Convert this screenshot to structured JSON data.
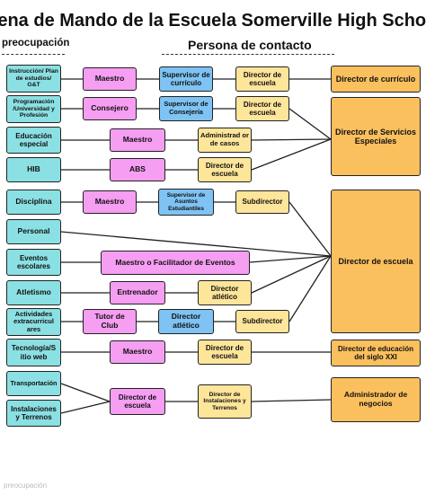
{
  "title": "adena de Mando de la Escuela Somerville High School",
  "headers": {
    "left": "preocupación",
    "right": "Persona de contacto"
  },
  "boxes": {
    "concern_curriculum": "Instrucción/ Plan de estudios/ G&T",
    "concern_programming": "Programación /Universidad y Profesión",
    "concern_special_ed": "Educación especial",
    "concern_hib": "HIB",
    "concern_discipline": "Disciplina",
    "concern_personnel": "Personal",
    "concern_events": "Eventos escolares",
    "concern_athletics": "Atletismo",
    "concern_activities": "Actividades extracurricul ares",
    "concern_technology": "Tecnología/S itio web",
    "concern_transport": "Transportación",
    "concern_facilities": "Instalaciones y Terrenos",
    "maestro_1": "Maestro",
    "consejero": "Consejero",
    "maestro_2": "Maestro",
    "abs": "ABS",
    "maestro_3": "Maestro",
    "maestro_facilitador": "Maestro o Facilitador de Eventos",
    "entrenador": "Entrenador",
    "tutor_club": "Tutor de Club",
    "maestro_4": "Maestro",
    "director_escuela_mid": "Director de escuela",
    "supervisor_curriculo": "Supervisor de currículo",
    "supervisor_consejeria": "Supervisor de Consejería",
    "supervisor_asuntos": "Supervisor de Asuntos Estudiantiles",
    "director_atletico_blue": "Director atlético",
    "director_escuela_1": "Director de escuela",
    "director_escuela_2": "Director de escuela",
    "administrador_casos": "Administrad or de casos",
    "director_escuela_3": "Director de escuela",
    "subdirector_1": "Subdirector",
    "director_atletico_yel": "Director atlético",
    "subdirector_2": "Subdirector",
    "director_escuela_4": "Director de escuela",
    "director_instalaciones": "Director de Instalaciones y Terrenos",
    "final_curriculo": "Director de currículo",
    "final_servicios": "Director de Servicios Especiales",
    "final_escuela": "Director de escuela",
    "final_siglo": "Director de educación del siglo XXI",
    "final_negocios": "Administrador de negocios"
  },
  "colors": {
    "concern": "#8be0e3",
    "first_contact": "#f59ef2",
    "supervisor": "#7ec3f3",
    "director": "#fde59a",
    "final": "#fbc05e"
  },
  "watermark": "preocupación"
}
